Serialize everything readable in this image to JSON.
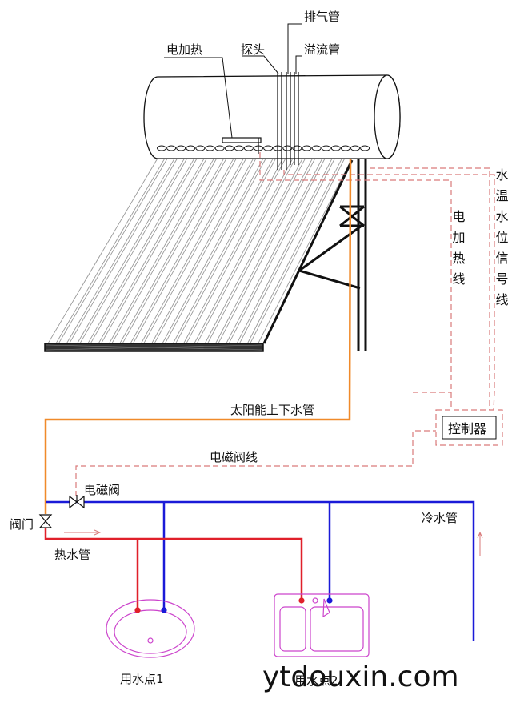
{
  "labels": {
    "electric_heater": "电加热",
    "probe": "探头",
    "vent_pipe": "排气管",
    "overflow_pipe": "溢流管",
    "electric_heating_line": "电加热线",
    "temp_level_signal_line": "水温水位信号线",
    "solar_pipe": "太阳能上下水管",
    "controller": "控制器",
    "solenoid_wire": "电磁阀线",
    "solenoid_valve": "电磁阀",
    "valve": "阀门",
    "cold_pipe": "冷水管",
    "hot_pipe": "热水管",
    "point1": "用水点1",
    "point2": "用水点2"
  },
  "watermark": "ytdouxin.com",
  "colors": {
    "hot": "#e0202a",
    "cold": "#1a1ad8",
    "solar": "#f08a2a",
    "wire": "#d97a7a",
    "fixture": "#cc44cc",
    "line": "#111111"
  }
}
